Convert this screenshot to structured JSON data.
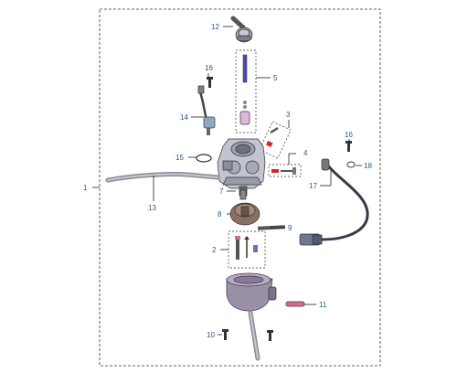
{
  "diagram": {
    "callouts": {
      "c1": "1",
      "c2": "2",
      "c3": "3",
      "c4": "4",
      "c5": "5",
      "c7": "7",
      "c8": "8",
      "c9": "9",
      "c10": "10",
      "c11": "11",
      "c12": "12",
      "c13": "13",
      "c14": "14",
      "c15": "15",
      "c16a": "16",
      "c16b": "16",
      "c17": "17",
      "c18": "18"
    },
    "colors": {
      "frame": "#333333",
      "callout_text": "#1e5a8a",
      "needle_blue": "#4b4ba8",
      "pink_part": "#d86a9a",
      "red_part": "#d62828",
      "body_gray": "#b8bac6",
      "dark_gray": "#555555"
    }
  }
}
